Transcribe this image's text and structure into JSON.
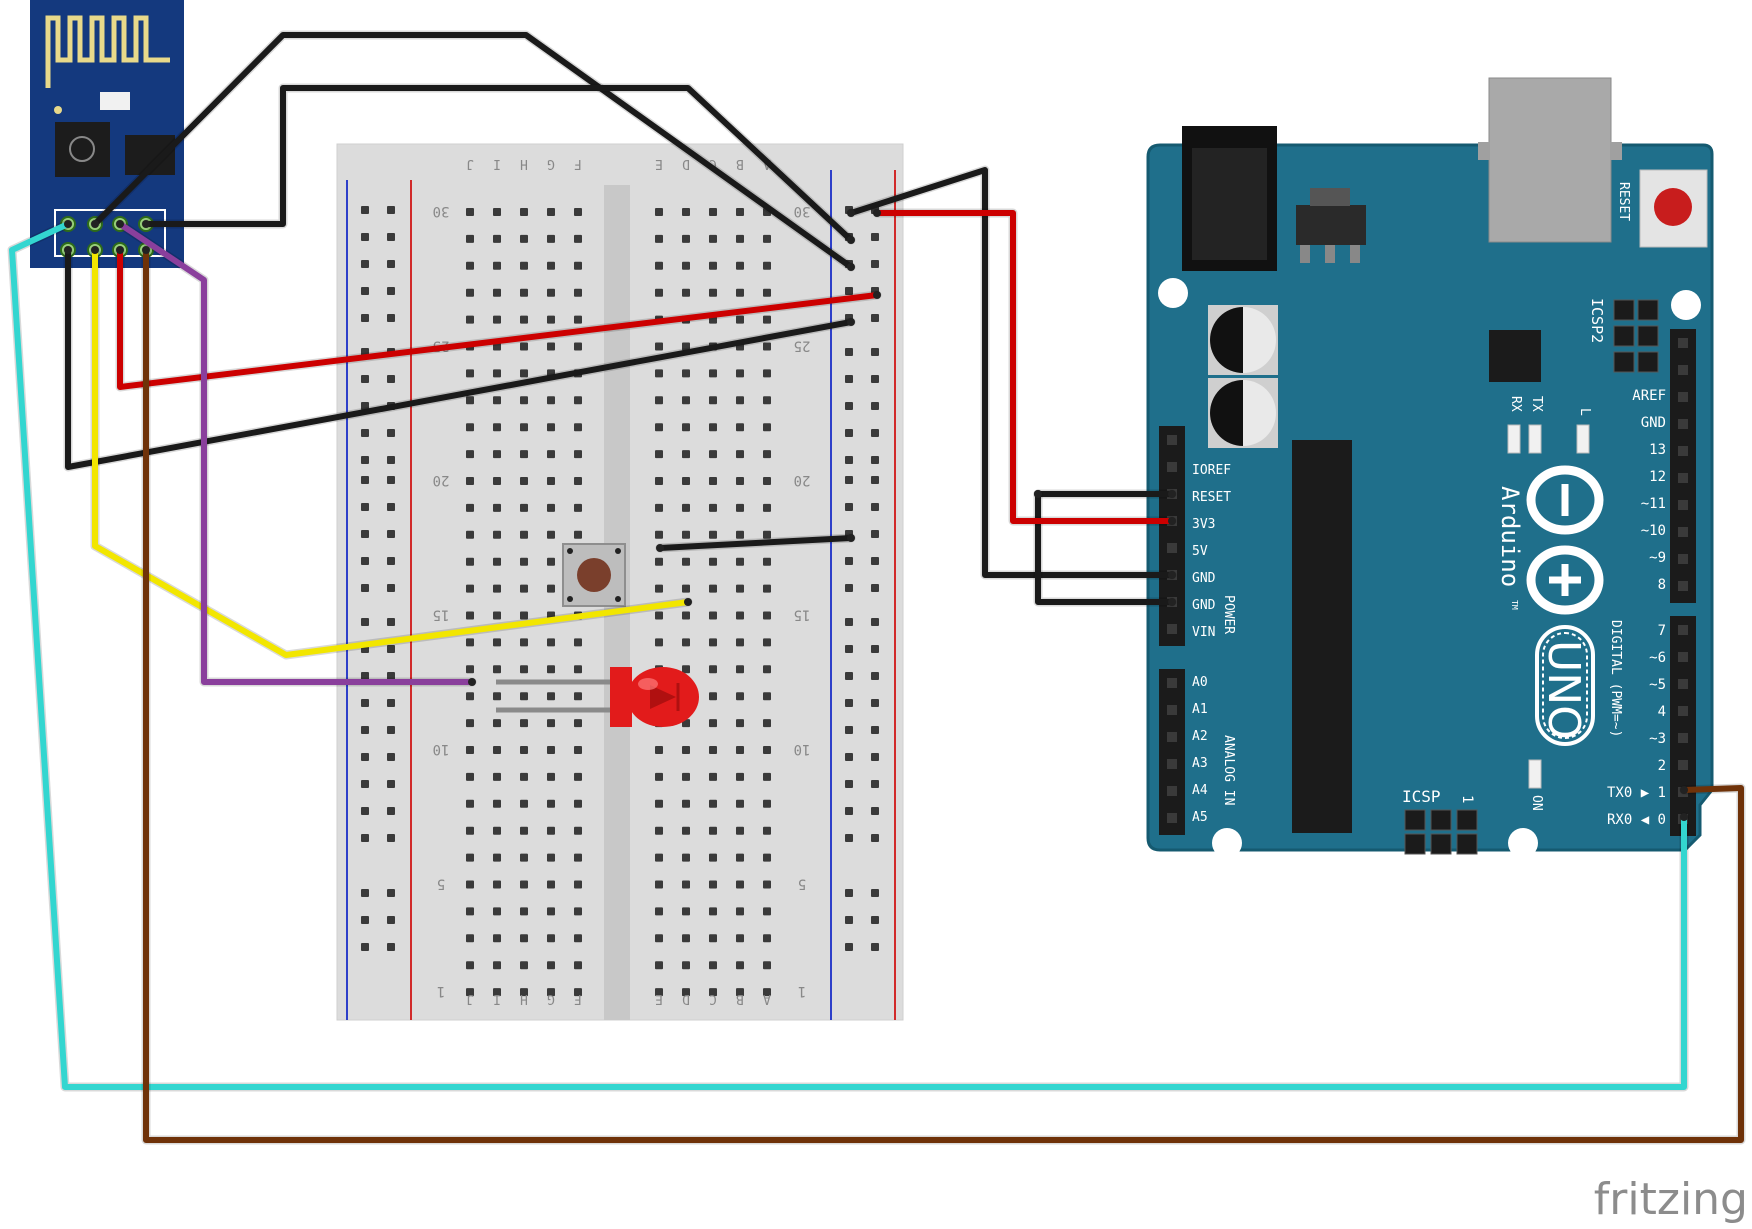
{
  "brand": "fritzing",
  "breadboard": {
    "rows": [
      "30",
      "25",
      "20",
      "15",
      "10",
      "5",
      "1"
    ],
    "cols_left": [
      "J",
      "I",
      "H",
      "G",
      "F"
    ],
    "cols_right": [
      "E",
      "D",
      "C",
      "B",
      "A"
    ]
  },
  "arduino": {
    "name": "Arduino",
    "tm": "TM",
    "model": "UNO",
    "reset_label": "RESET",
    "icsp_label": "ICSP",
    "icsp2_label": "ICSP2",
    "icsp_pin1": "1",
    "leds": {
      "tx": "TX",
      "rx": "RX",
      "l": "L",
      "on": "ON"
    },
    "power_label": "POWER",
    "analog_label": "ANALOG IN",
    "digital_label": "DIGITAL (PWM=~)",
    "power_pins": [
      "IOREF",
      "RESET",
      "3V3",
      "5V",
      "GND",
      "GND",
      "VIN"
    ],
    "analog_pins": [
      "A0",
      "A1",
      "A2",
      "A3",
      "A4",
      "A5"
    ],
    "digital_high": [
      "AREF",
      "GND",
      "13",
      "12",
      "~11",
      "~10",
      "~9",
      "8"
    ],
    "digital_low": [
      "7",
      "~6",
      "~5",
      "4",
      "~3",
      "2",
      "TX0 ▶ 1",
      "RX0 ◀ 0"
    ]
  },
  "colors": {
    "board": "#1f6f8b",
    "board_edge": "#155a70",
    "esp_board": "#14397e",
    "wire_black": "#1a1a1a",
    "wire_red": "#cc0000",
    "wire_yellow": "#f2e600",
    "wire_purple": "#8a3f9c",
    "wire_brown": "#6f3209",
    "wire_cyan": "#33d6d0",
    "led": "#e21b1b",
    "button_cap": "#7a3f2c"
  },
  "components": {
    "wifi_module": "esp8266-icon",
    "led": "red-led-icon",
    "button": "push-button-icon"
  }
}
